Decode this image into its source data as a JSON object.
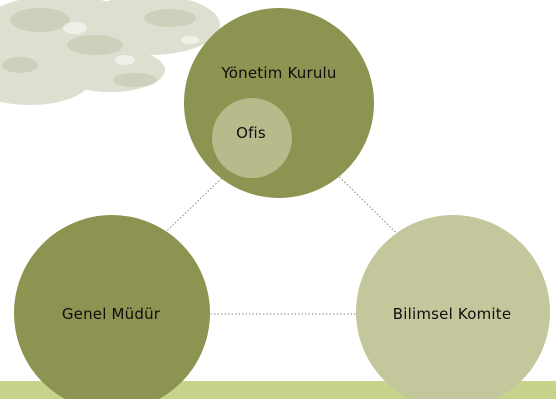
{
  "diagram": {
    "nodes": {
      "board": {
        "label": "Yönetim Kurulu"
      },
      "office": {
        "label": "Ofis"
      },
      "general_manager": {
        "label": "Genel Müdür"
      },
      "scientific_committee": {
        "label": "Bilimsel Komite"
      }
    }
  },
  "colors": {
    "dark_olive": "#8d9350",
    "light_olive": "#c4c79c",
    "inner_circle": "#b7bb8b",
    "texture": "#d9dccb",
    "bottom_band": "#c6d38a",
    "connector": "#8a8a70"
  }
}
